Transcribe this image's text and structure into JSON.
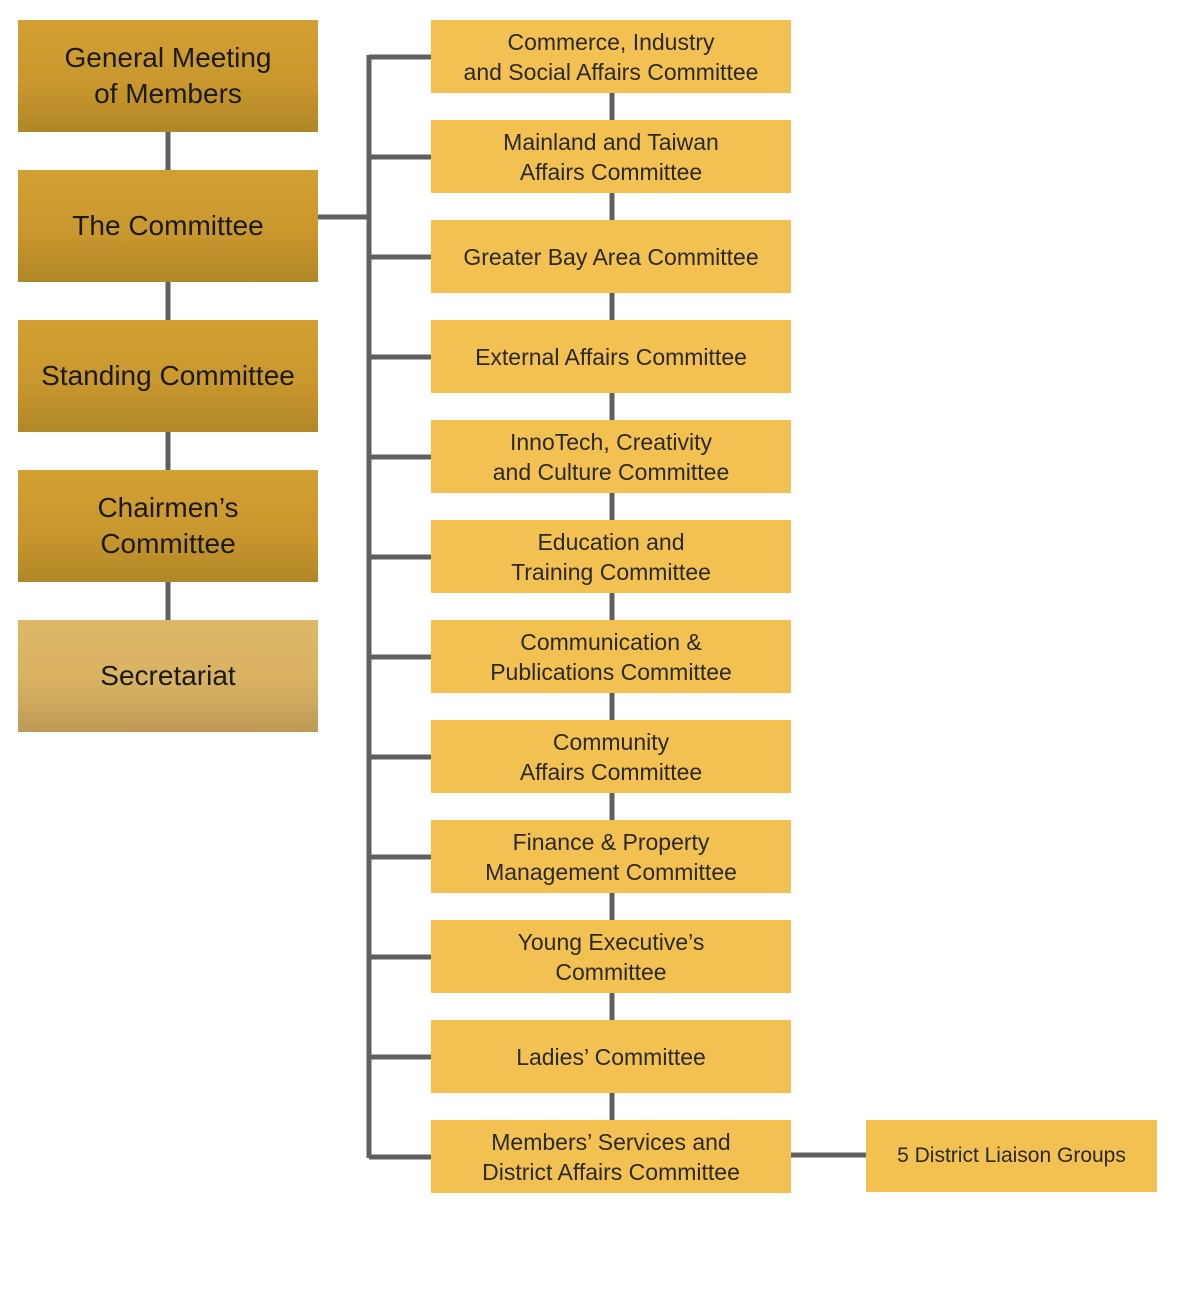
{
  "governance": [
    {
      "label": "General Meeting\nof Members"
    },
    {
      "label": "The Committee"
    },
    {
      "label": "Standing Committee"
    },
    {
      "label": "Chairmen’s\nCommittee"
    },
    {
      "label": "Secretariat"
    }
  ],
  "committees": [
    {
      "label": "Commerce, Industry\nand Social Affairs Committee"
    },
    {
      "label": "Mainland and Taiwan\nAffairs Committee"
    },
    {
      "label": "Greater Bay Area Committee"
    },
    {
      "label": "External Affairs Committee"
    },
    {
      "label": "InnoTech, Creativity\nand Culture Committee"
    },
    {
      "label": "Education and\nTraining Committee"
    },
    {
      "label": "Communication &\nPublications Committee"
    },
    {
      "label": "Community\nAffairs Committee"
    },
    {
      "label": "Finance & Property\nManagement Committee"
    },
    {
      "label": "Young Executive’s\nCommittee"
    },
    {
      "label": "Ladies’ Committee"
    },
    {
      "label": "Members’ Services and\nDistrict Affairs Committee"
    }
  ],
  "sub_unit": {
    "label": "5 District Liaison Groups"
  },
  "colors": {
    "governance_gold": "#c9982e",
    "secretariat_gold": "#d8b262",
    "committee_yellow": "#f3c052",
    "connector": "#5f5f5f"
  }
}
